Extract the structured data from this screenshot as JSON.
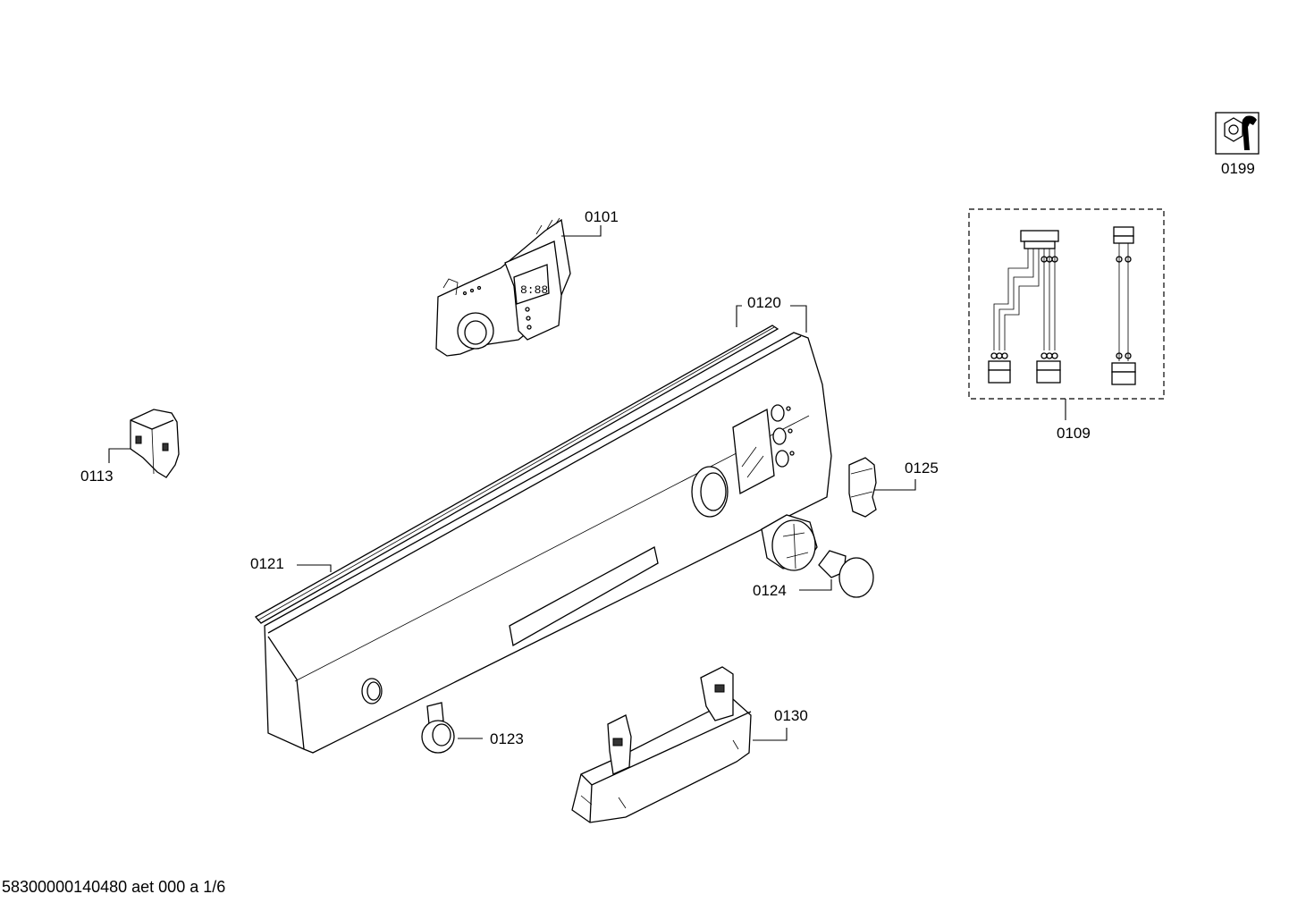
{
  "parts": [
    {
      "id": "0101"
    },
    {
      "id": "0109"
    },
    {
      "id": "0113"
    },
    {
      "id": "0120"
    },
    {
      "id": "0121"
    },
    {
      "id": "0123"
    },
    {
      "id": "0124"
    },
    {
      "id": "0125"
    },
    {
      "id": "0130"
    },
    {
      "id": "0199"
    }
  ],
  "footer": "58300000140480 aet 000 a 1/6",
  "icons": [
    "service-kit-icon"
  ]
}
